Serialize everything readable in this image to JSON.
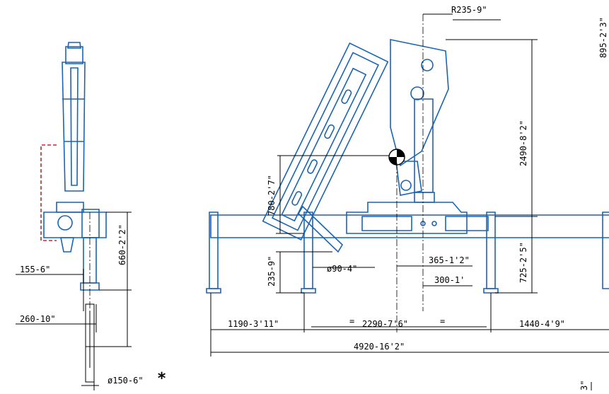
{
  "colors": {
    "outline": "#1a64b4",
    "dimension": "#000000",
    "accent": "#e02020"
  },
  "dimensions": {
    "radius_top": "R235-9\"",
    "height_total": "2490-8'2\"",
    "height_right_edge": "895-2'3\"",
    "height_cog": "780-2'7\"",
    "height_low": "235-9\"",
    "pin_diameter": "ø90-4\"",
    "offset_365": "365-1'2\"",
    "offset_300": "300-1'",
    "height_leg": "725-2'5\"",
    "equal_left": "=",
    "equal_right": "=",
    "width_left": "1190-3'11\"",
    "width_center": "2290-7'6\"",
    "width_right": "1440-4'9\"",
    "width_total": "4920-16'2\"",
    "side_155": "155-6\"",
    "side_260": "260-10\"",
    "side_660": "660-2'2\"",
    "side_diameter": "ø150-6\"",
    "side_star": "*",
    "bottom_right_fragment": "3\""
  }
}
